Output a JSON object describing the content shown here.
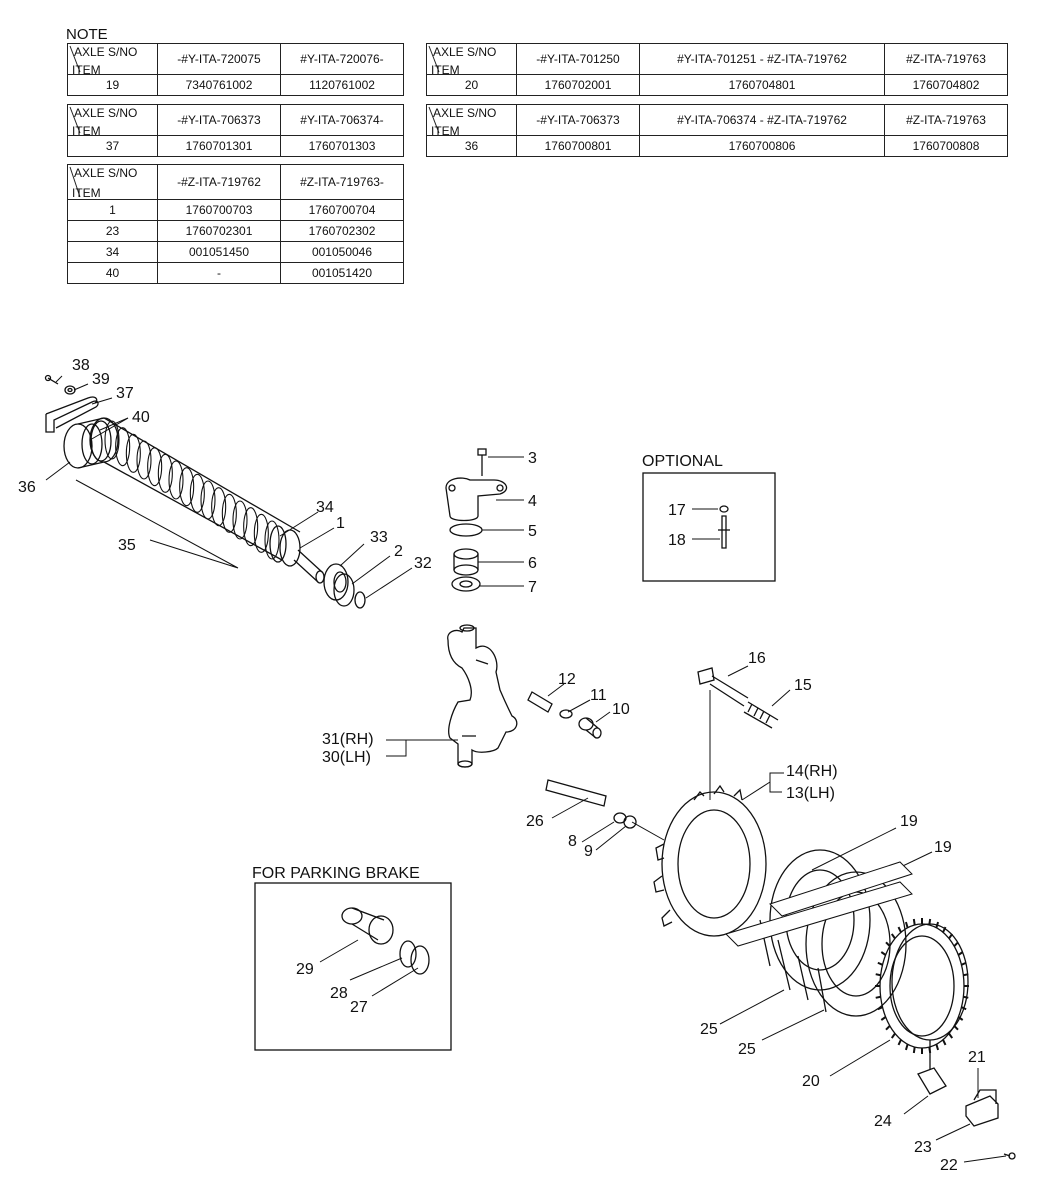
{
  "note_title": "NOTE",
  "header_axle": "AXLE S/NO",
  "header_item": "ITEM",
  "tables": [
    {
      "cols": [
        "-#Y-ITA-720075",
        "#Y-ITA-720076-"
      ],
      "rows": [
        {
          "item": "19",
          "vals": [
            "7340761002",
            "1120761002"
          ]
        }
      ]
    },
    {
      "cols": [
        "-#Y-ITA-706373",
        "#Y-ITA-706374-"
      ],
      "rows": [
        {
          "item": "37",
          "vals": [
            "1760701301",
            "1760701303"
          ]
        }
      ]
    },
    {
      "cols": [
        "-#Z-ITA-719762",
        "#Z-ITA-719763-"
      ],
      "rows": [
        {
          "item": "1",
          "vals": [
            "1760700703",
            "1760700704"
          ]
        },
        {
          "item": "23",
          "vals": [
            "1760702301",
            "1760702302"
          ]
        },
        {
          "item": "34",
          "vals": [
            "001051450",
            "001050046"
          ]
        },
        {
          "item": "40",
          "vals": [
            "-",
            "001051420"
          ]
        }
      ]
    },
    {
      "cols": [
        "-#Y-ITA-701250",
        "#Y-ITA-701251 - #Z-ITA-719762",
        "#Z-ITA-719763"
      ],
      "rows": [
        {
          "item": "20",
          "vals": [
            "1760702001",
            "1760704801",
            "1760704802"
          ]
        }
      ]
    },
    {
      "cols": [
        "-#Y-ITA-706373",
        "#Y-ITA-706374 - #Z-ITA-719762",
        "#Z-ITA-719763"
      ],
      "rows": [
        {
          "item": "36",
          "vals": [
            "1760700801",
            "1760700806",
            "1760700808"
          ]
        }
      ]
    }
  ],
  "boxes": {
    "optional": "OPTIONAL",
    "parking": "FOR PARKING BRAKE"
  },
  "callouts": {
    "c38": "38",
    "c39": "39",
    "c37": "37",
    "c40": "40",
    "c36": "36",
    "c35": "35",
    "c34": "34",
    "c1": "1",
    "c33": "33",
    "c2": "2",
    "c32": "32",
    "c3": "3",
    "c4": "4",
    "c5": "5",
    "c6": "6",
    "c7": "7",
    "c17": "17",
    "c18": "18",
    "c31": "31(RH)",
    "c30": "30(LH)",
    "c12": "12",
    "c11": "11",
    "c10": "10",
    "c16": "16",
    "c15": "15",
    "c14": "14(RH)",
    "c13": "13(LH)",
    "c26": "26",
    "c8": "8",
    "c9": "9",
    "c19a": "19",
    "c19b": "19",
    "c29": "29",
    "c28": "28",
    "c27": "27",
    "c25a": "25",
    "c25b": "25",
    "c20": "20",
    "c21": "21",
    "c24": "24",
    "c23": "23",
    "c22": "22"
  }
}
